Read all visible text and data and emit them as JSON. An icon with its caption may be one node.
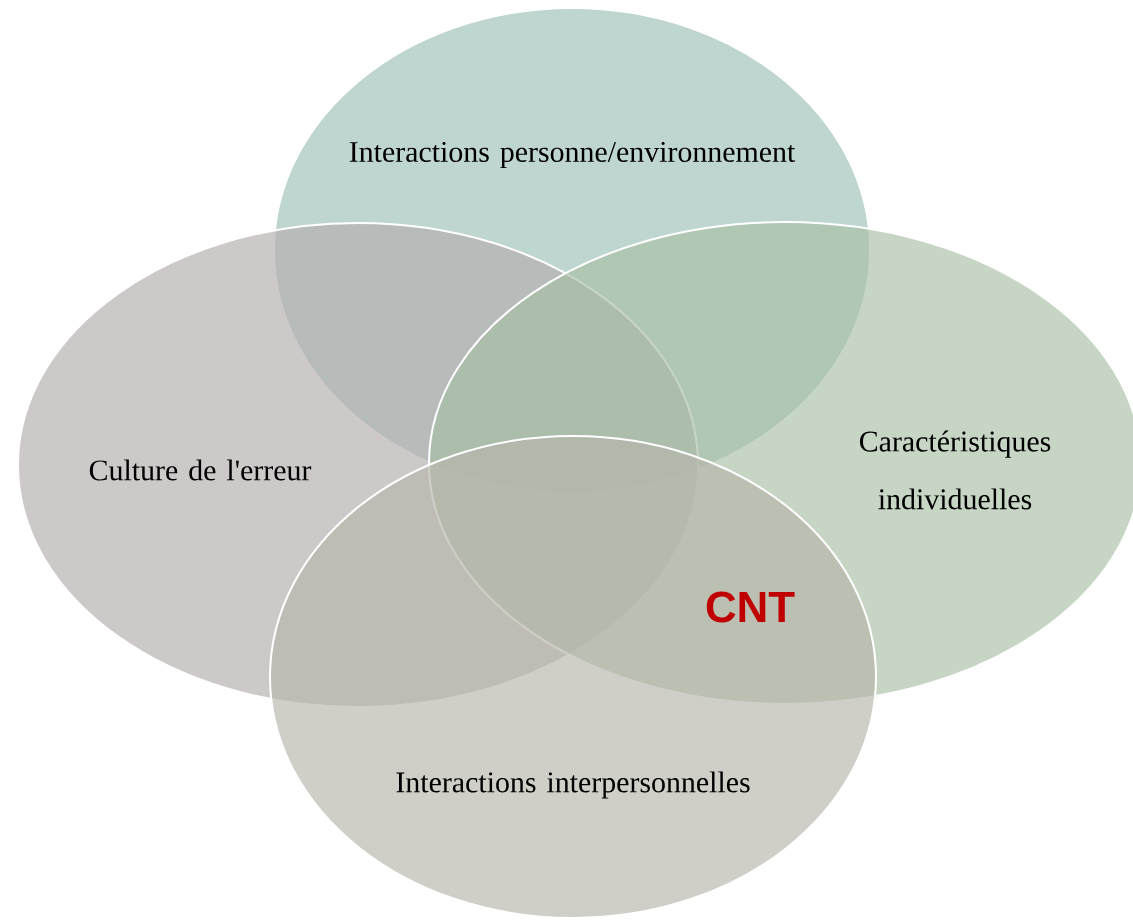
{
  "diagram": {
    "nodes": [
      {
        "text": [
          "Interactions personne/environnement"
        ]
      },
      {
        "text": [
          "Culture de l'erreur"
        ]
      },
      {
        "text": [
          "Caractéristiques individuelles"
        ]
      },
      {
        "text": [
          "Interactions interpersonnelles"
        ]
      }
    ],
    "labels": [
      "CNT"
    ]
  }
}
